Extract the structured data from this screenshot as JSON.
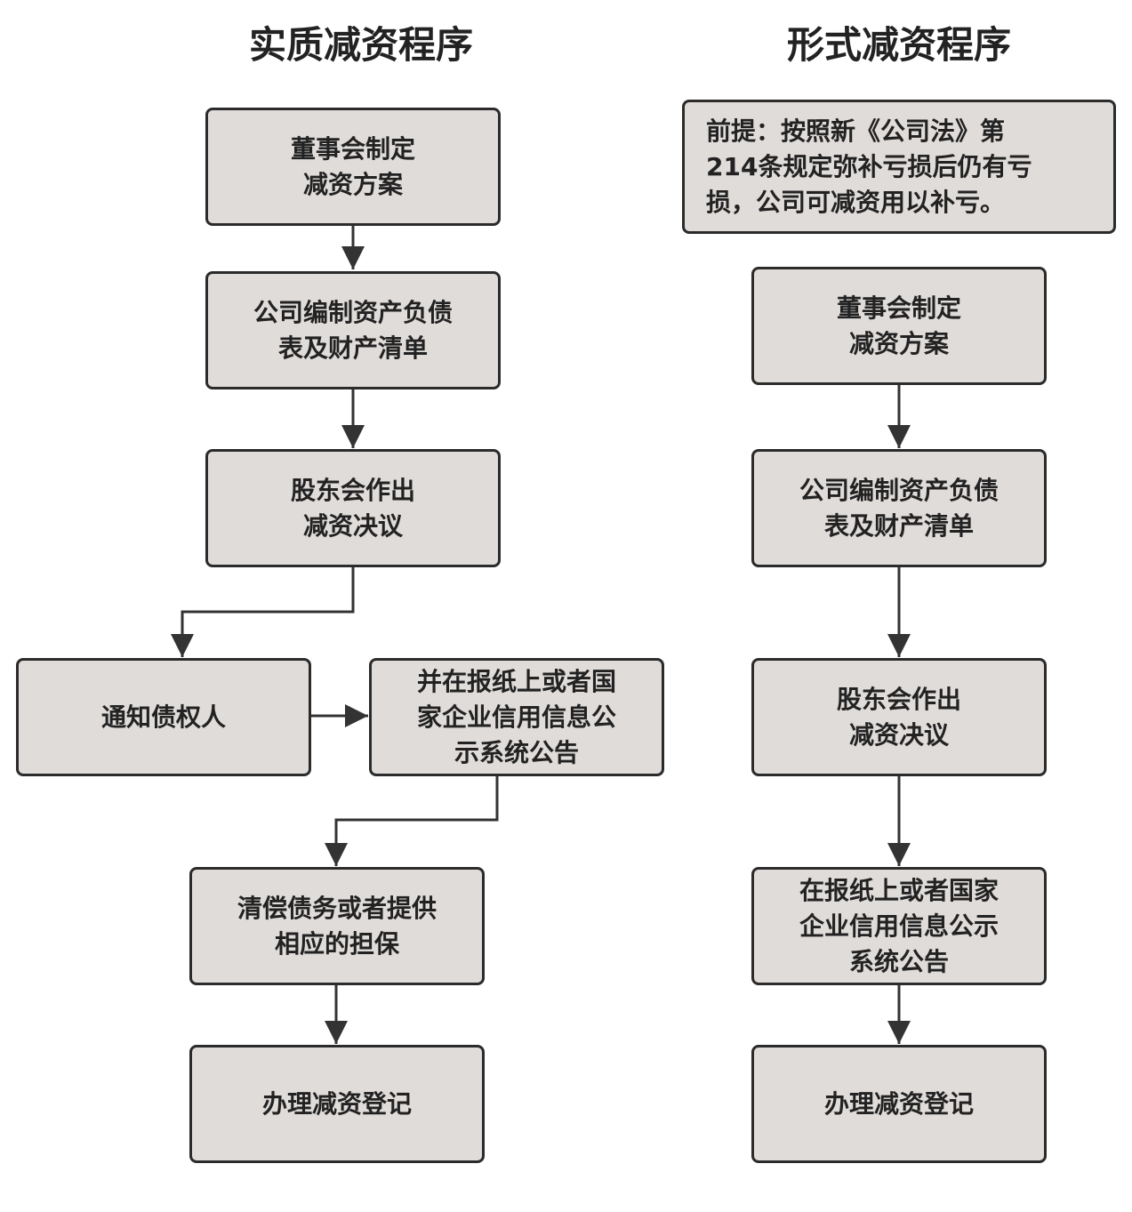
{
  "left": {
    "title": "实质减资程序",
    "steps": [
      "董事会制定\n减资方案",
      "公司编制资产负债\n表及财产清单",
      "股东会作出\n减资决议",
      "通知债权人",
      "并在报纸上或者国\n家企业信用信息公\n示系统公告",
      "清偿债务或者提供\n相应的担保",
      "办理减资登记"
    ]
  },
  "right": {
    "title": "形式减资程序",
    "premise": "前提：按照新《公司法》第\n214条规定弥补亏损后仍有亏\n损，公司可减资用以补亏。",
    "steps": [
      "董事会制定\n减资方案",
      "公司编制资产负债\n表及财产清单",
      "股东会作出\n减资决议",
      "在报纸上或者国家\n企业信用信息公示\n系统公告",
      "办理减资登记"
    ]
  },
  "colors": {
    "node_fill": "#e0dcda",
    "node_border": "#2b2b2b",
    "connector": "#333333",
    "text": "#222222"
  }
}
